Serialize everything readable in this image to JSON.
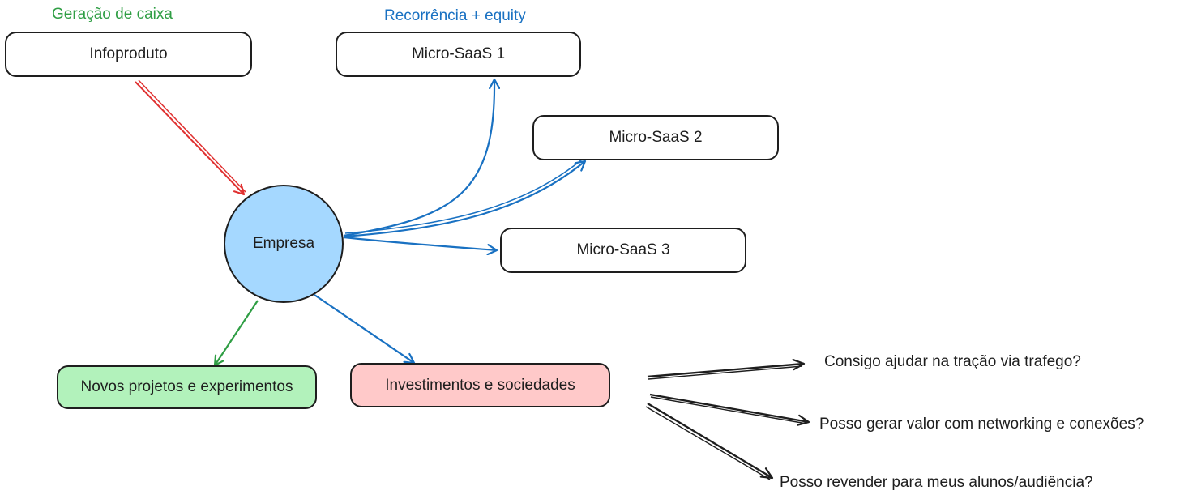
{
  "titles": {
    "cash": "Geração de caixa",
    "recurring": "Recorrência + equity"
  },
  "nodes": {
    "infoproduto": "Infoproduto",
    "micro_saas_1": "Micro-SaaS 1",
    "micro_saas_2": "Micro-SaaS 2",
    "micro_saas_3": "Micro-SaaS 3",
    "empresa": "Empresa",
    "novos_projetos": "Novos projetos e experimentos",
    "investimentos": "Investimentos e sociedades"
  },
  "questions": [
    "Consigo ajudar na tração via trafego?",
    "Posso gerar valor com networking e conexões?",
    "Posso revender para meus alunos/audiência?"
  ],
  "colors": {
    "stroke": "#1e1e1e",
    "red_arrow": "#e03131",
    "blue_arrow": "#1971c2",
    "green_arrow": "#2f9e44",
    "empresa_fill": "#a5d8ff",
    "novos_fill": "#b2f2bb",
    "investimentos_fill": "#ffc9c9",
    "green_text": "#2f9e44",
    "blue_text": "#1971c2"
  }
}
